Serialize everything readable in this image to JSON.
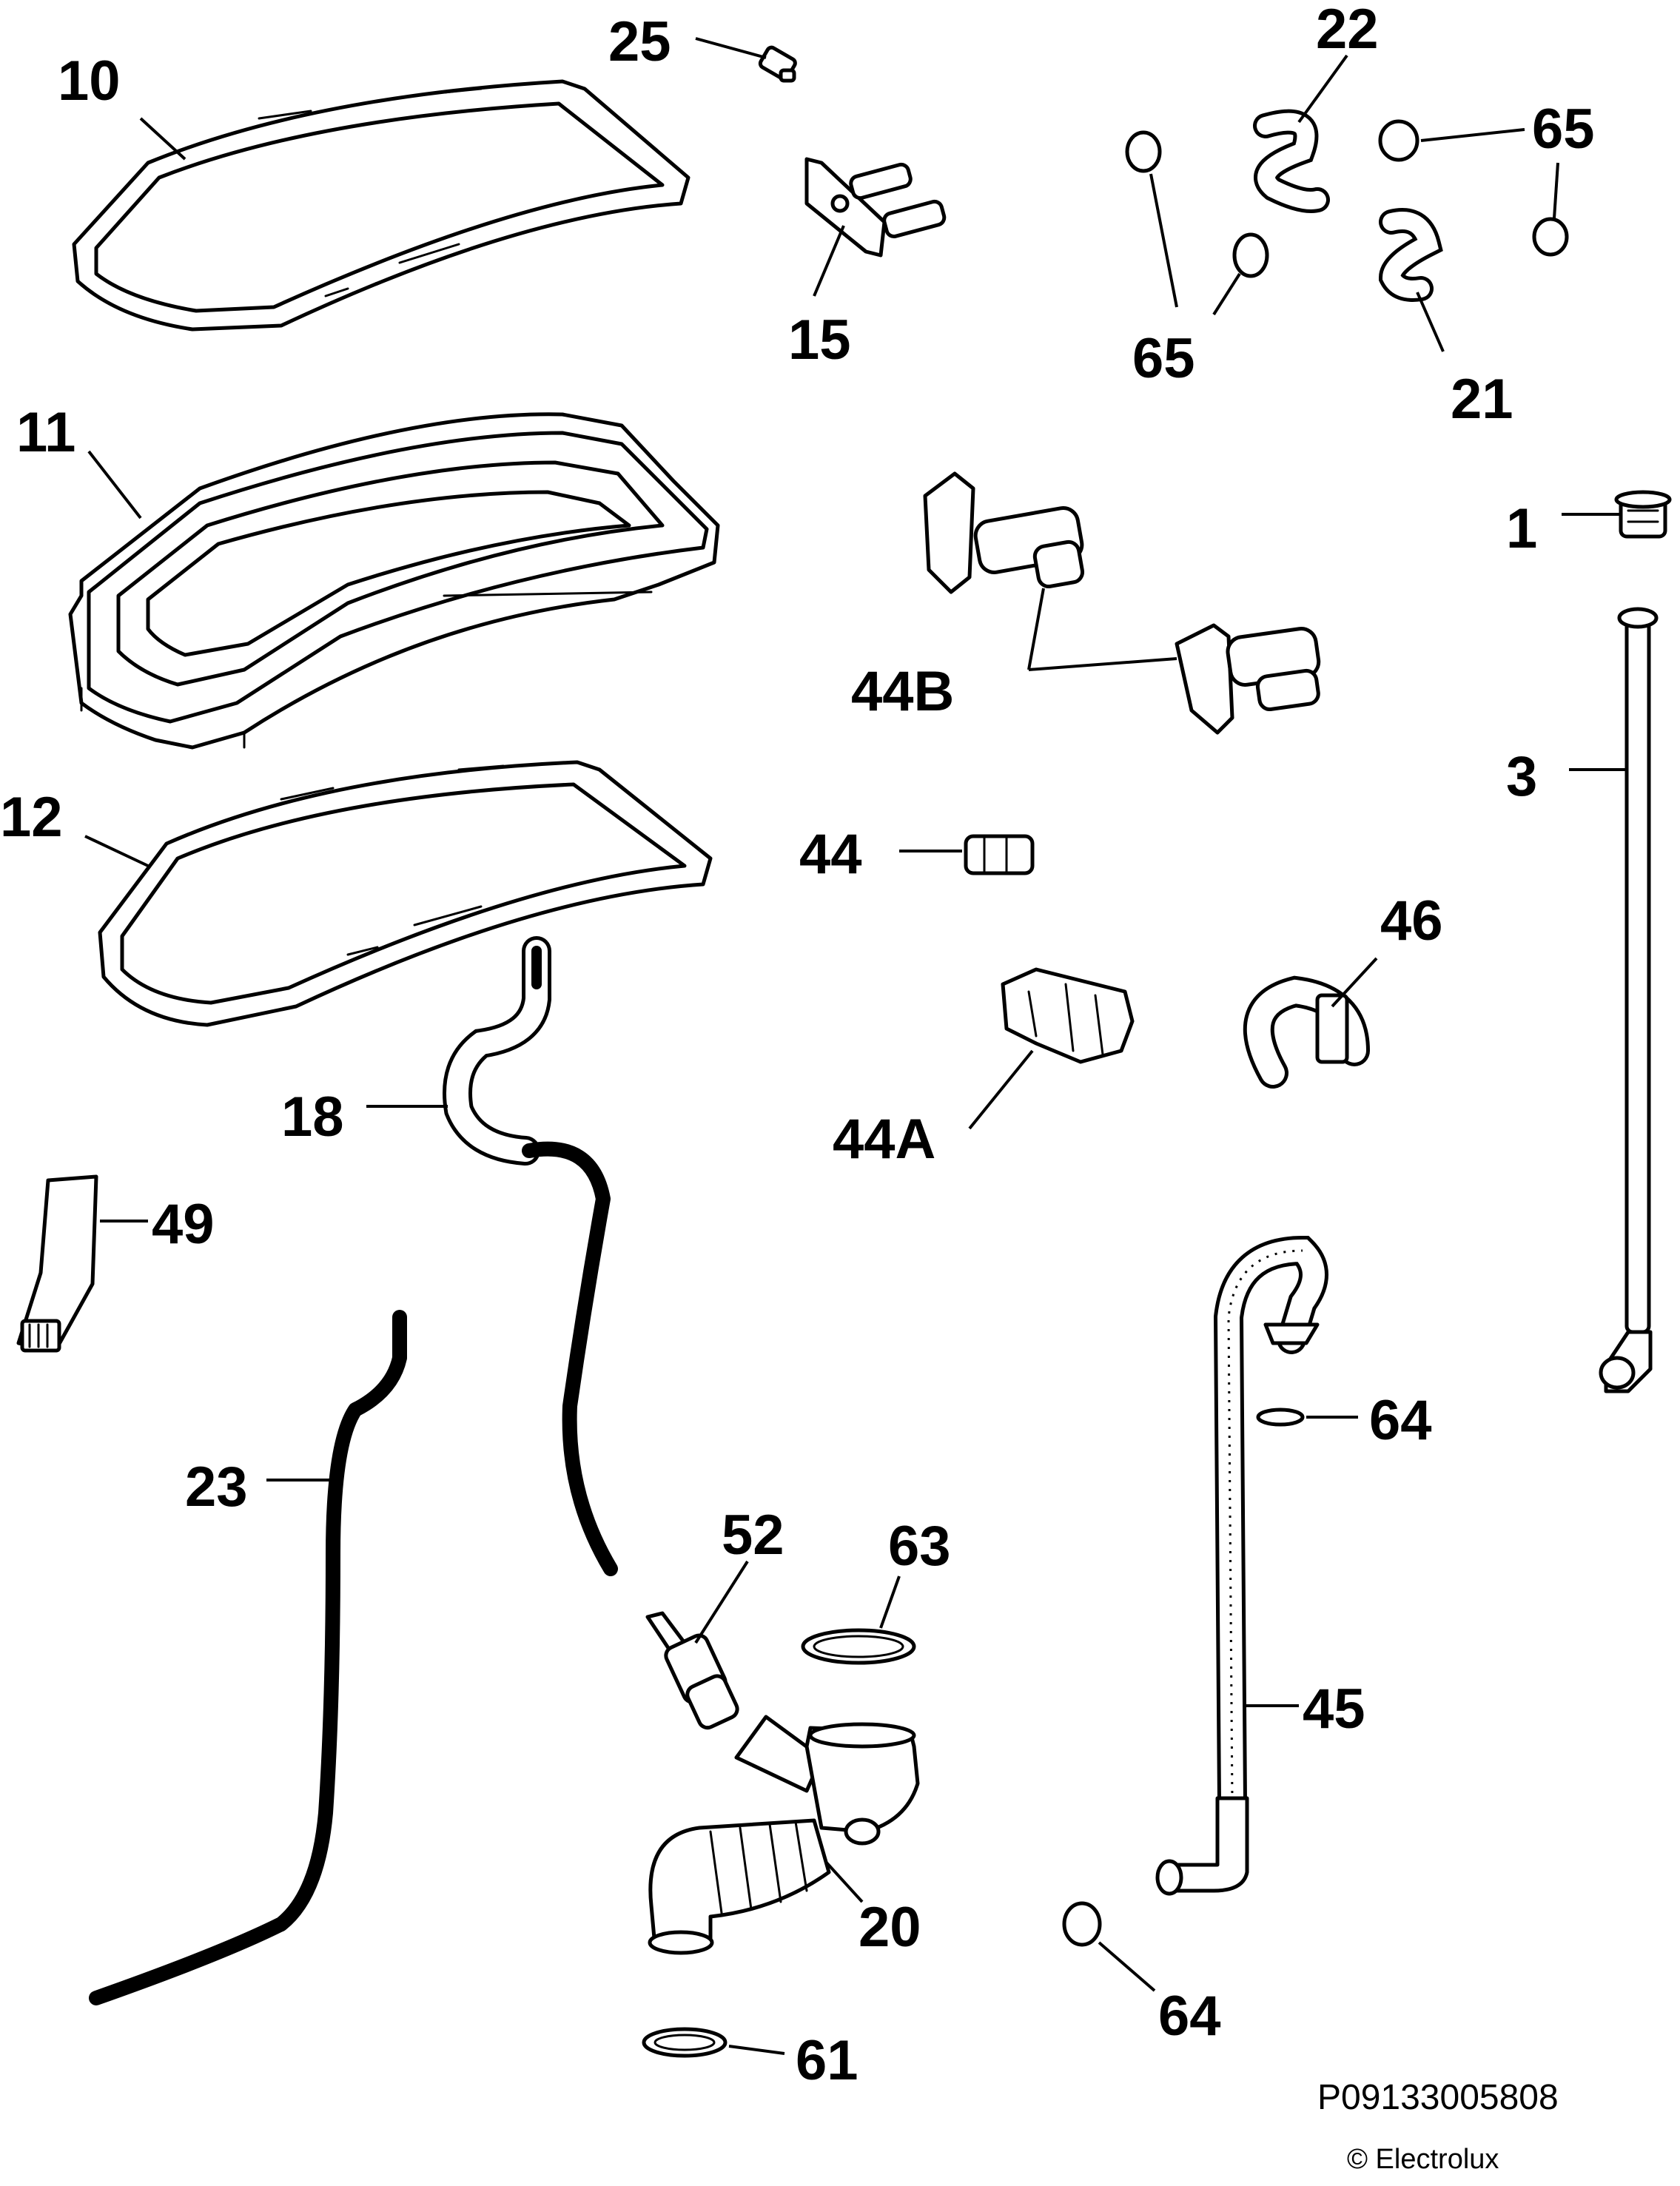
{
  "callouts": {
    "c1": "1",
    "c3": "3",
    "c10": "10",
    "c11": "11",
    "c12": "12",
    "c15": "15",
    "c18": "18",
    "c20": "20",
    "c21": "21",
    "c22": "22",
    "c23": "23",
    "c25": "25",
    "c44": "44",
    "c44a": "44A",
    "c44b": "44B",
    "c45": "45",
    "c46": "46",
    "c49": "49",
    "c52": "52",
    "c61": "61",
    "c63": "63",
    "c64a": "64",
    "c64b": "64",
    "c65a": "65",
    "c65b": "65"
  },
  "footer": {
    "drawing_id": "P09133005808",
    "copyright": "© Electrolux"
  }
}
